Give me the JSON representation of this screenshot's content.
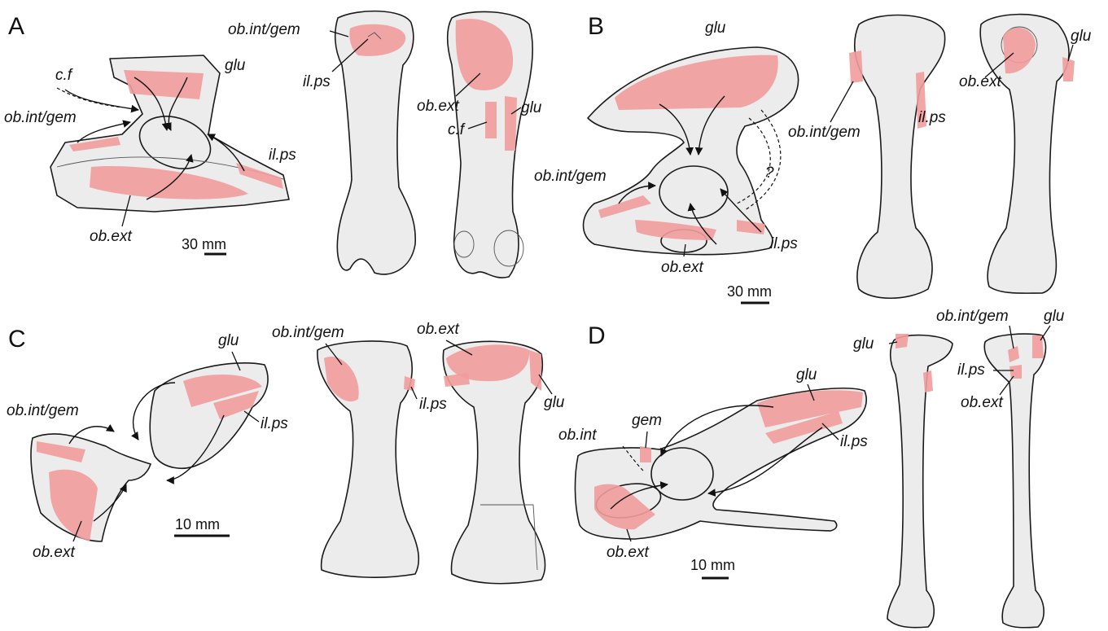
{
  "panels": {
    "A": {
      "letter": "A",
      "labels": {
        "cf_pelvis": "c.f",
        "glu_pelvis": "glu",
        "obintgem_pelvis": "ob.int/gem",
        "ilps_pelvis": "il.ps",
        "obext_pelvis": "ob.ext",
        "obintgem_femur": "ob.int/gem",
        "ilps_femur": "il.ps",
        "obext_femur": "ob.ext",
        "glu_femur": "glu",
        "cf_femur": "c.f"
      },
      "scale": "30 mm"
    },
    "B": {
      "letter": "B",
      "labels": {
        "glu_pelvis": "glu",
        "question": "?",
        "obintgem_pelvis": "ob.int/gem",
        "ilps_pelvis": "il.ps",
        "obext_pelvis": "ob.ext",
        "obintgem_femur": "ob.int/gem",
        "ilps_femur": "il.ps",
        "obext_femur": "ob.ext",
        "glu_femur": "glu"
      },
      "scale": "30 mm"
    },
    "C": {
      "letter": "C",
      "labels": {
        "glu_pelvis": "glu",
        "obintgem_pelvis": "ob.int/gem",
        "ilps_pelvis": "il.ps",
        "obext_pelvis": "ob.ext",
        "obintgem_femur": "ob.int/gem",
        "ilps_femur": "il.ps",
        "obext_femur": "ob.ext",
        "glu_femur": "glu"
      },
      "scale": "10 mm"
    },
    "D": {
      "letter": "D",
      "labels": {
        "obint_pelvis": "ob.int",
        "gem_pelvis": "gem",
        "glu_pelvis": "glu",
        "ilps_pelvis": "il.ps",
        "obext_pelvis": "ob.ext",
        "glu_femur_left": "glu",
        "obintgem_femur": "ob.int/gem",
        "glu_femur_right": "glu",
        "ilps_femur": "il.ps",
        "obext_femur": "ob.ext"
      },
      "scale": "10 mm"
    }
  },
  "colors": {
    "muscle": "#f29c9c",
    "bone": "#ececec",
    "outline": "#1a1a1a"
  }
}
